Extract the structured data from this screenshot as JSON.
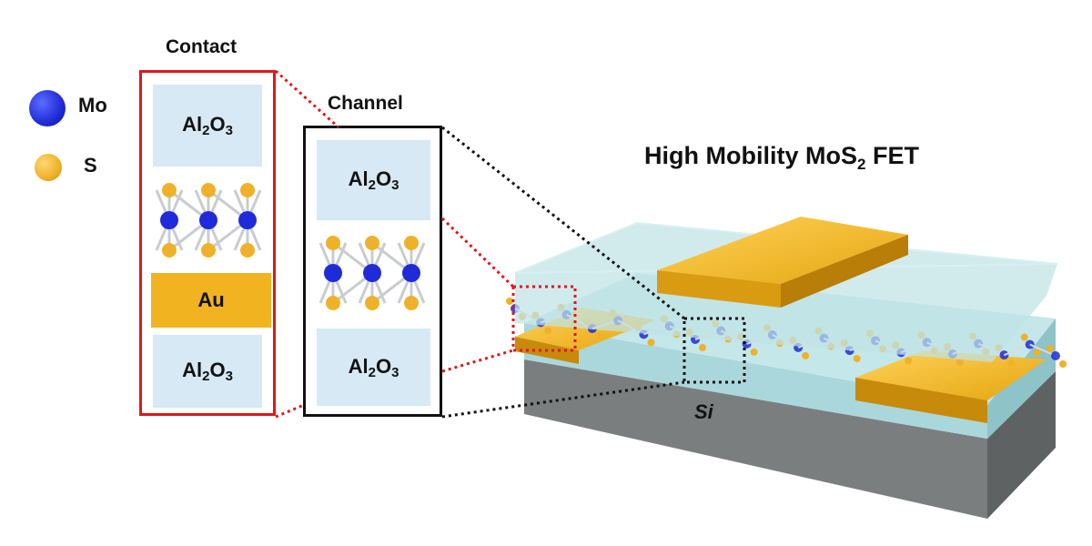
{
  "legend": {
    "mo": {
      "label": "Mo",
      "color": "#1f2bd8"
    },
    "s": {
      "label": "S",
      "color": "#f0b12a"
    }
  },
  "contact": {
    "title": "Contact",
    "frame_color": "#e0161b",
    "layers": [
      {
        "formula_base": "Al",
        "sub1": "2",
        "mid": "O",
        "sub2": "3"
      },
      {
        "label": "Au"
      },
      {
        "formula_base": "Al",
        "sub1": "2",
        "mid": "O",
        "sub2": "3"
      }
    ]
  },
  "channel": {
    "title": "Channel",
    "frame_color": "#111111",
    "layers": [
      {
        "formula_base": "Al",
        "sub1": "2",
        "mid": "O",
        "sub2": "3"
      },
      {
        "formula_base": "Al",
        "sub1": "2",
        "mid": "O",
        "sub2": "3"
      }
    ]
  },
  "device": {
    "title_pre": "High Mobility MoS",
    "title_sub": "2",
    "title_post": " FET",
    "substrate_label": "Si"
  },
  "colors": {
    "oxide": "#d6e9f4",
    "gold": "#f1b320",
    "gold_dark": "#c88a0a",
    "glass": "#bfe3e6",
    "silicon": "#8a8d8e"
  }
}
